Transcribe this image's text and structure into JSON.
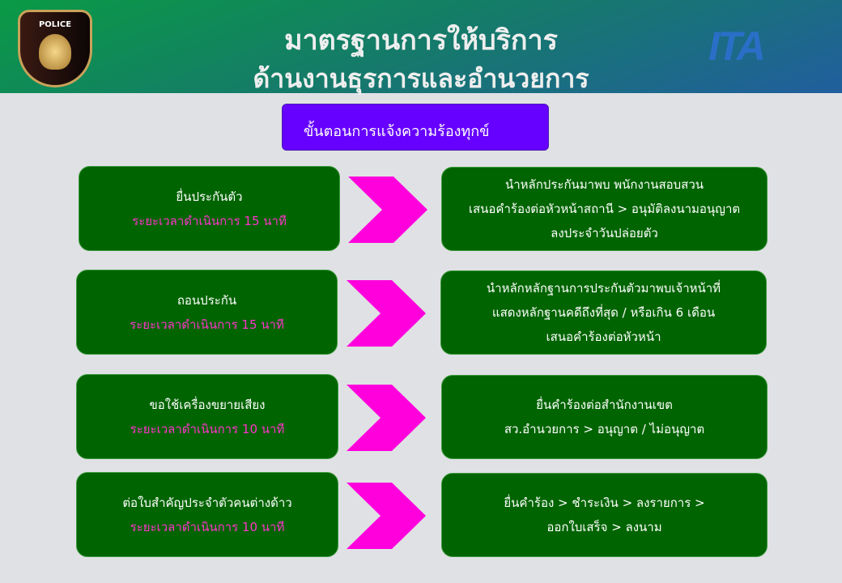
{
  "header": {
    "line1": "มาตรฐานการให้บริการ",
    "line2": "ด้านงานธุรการและอำนวยการ",
    "police_logo_text": "POLICE",
    "ita_logo_text": "ITA"
  },
  "subtitle": "ขั้นตอนการแจ้งความร้องทุกข์",
  "colors": {
    "box": "#006400",
    "arrow": "#ff00dd",
    "subtitle": "#6600ff",
    "time": "#ff33cc"
  },
  "rows": [
    {
      "service": "ยื่นประกันตัว",
      "time": "ระยะเวลาดำเนินการ 15 นาที",
      "steps": [
        "นำหลักประกันมาพบ พนักงานสอบสวน",
        "เสนอคำร้องต่อหัวหน้าสถานี > อนุมัติลงนามอนุญาต",
        "ลงประจำวันปล่อยตัว"
      ]
    },
    {
      "service": "ถอนประกัน",
      "time": "ระยะเวลาดำเนินการ 15 นาที",
      "steps": [
        "นำหลักหลักฐานการประกันตัวมาพบเจ้าหน้าที่",
        "แสดงหลักฐานคดีถึงที่สุด / หรือเกิน 6 เดือน",
        "เสนอคำร้องต่อหัวหน้า"
      ]
    },
    {
      "service": "ขอใช้เครื่องขยายเสียง",
      "time": "ระยะเวลาดำเนินการ 10 นาที",
      "steps": [
        "ยื่นคำร้องต่อสำนักงานเขต",
        "สว.อำนวยการ > อนุญาต / ไม่อนุญาต"
      ]
    },
    {
      "service": "ต่อใบสำคัญประจำตัวคนต่างด้าว",
      "time": "ระยะเวลาดำเนินการ 10 นาที",
      "steps": [
        "ยื่นคำร้อง > ชำระเงิน > ลงรายการ >",
        "ออกใบเสร็จ > ลงนาม"
      ]
    }
  ]
}
